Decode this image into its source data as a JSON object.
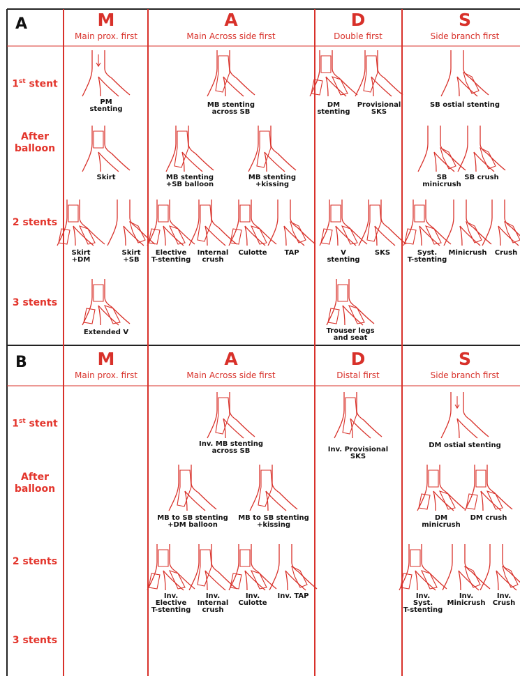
{
  "panels": [
    {
      "label": "A",
      "headers": [
        {
          "letter": "M",
          "title": "Main prox. first"
        },
        {
          "letter": "A",
          "title": "Main Across side first"
        },
        {
          "letter": "D",
          "title": "Double first"
        },
        {
          "letter": "S",
          "title": "Side branch first"
        }
      ],
      "rows": [
        "1st stent",
        "After\nballoon",
        "2 stents",
        "3 stents"
      ],
      "captions": [
        "PM\nstenting",
        "Skirt",
        "Skirt\n+DM",
        "Skirt\n+SB",
        "Extended V",
        "MB stenting\nacross SB",
        "MB stenting\n+SB balloon",
        "MB stenting\n+kissing",
        "Elective\nT-stenting",
        "Internal\ncrush",
        "Culotte",
        "TAP",
        "DM\nstenting",
        "Provisional\nSKS",
        "V\nstenting",
        "SKS",
        "Trouser legs\nand seat",
        "SB ostial stenting",
        "SB\nminicrush",
        "SB crush",
        "Syst.\nT-stenting",
        "Minicrush",
        "Crush"
      ]
    },
    {
      "label": "B",
      "headers": [
        {
          "letter": "M",
          "title": "Main prox. first"
        },
        {
          "letter": "A",
          "title": "Main Across side first"
        },
        {
          "letter": "D",
          "title": "Distal first"
        },
        {
          "letter": "S",
          "title": "Side branch first"
        }
      ],
      "rows": [
        "1st stent",
        "After\nballoon",
        "2 stents",
        "3 stents"
      ],
      "captions": [
        "Inv. MB stenting\nacross SB",
        "MB to SB stenting\n+DM balloon",
        "MB to SB stenting\n+kissing",
        "Inv.\nElective\nT-stenting",
        "Inv.\nInternal\ncrush",
        "Inv.\nCulotte",
        "Inv. TAP",
        "Inv. Provisional\nSKS",
        "DM ostial stenting",
        "DM\nminicrush",
        "DM crush",
        "Inv.\nSyst.\nT-stenting",
        "Inv.\nMinicrush",
        "Inv.\nCrush"
      ]
    }
  ],
  "colors": {
    "accent": "#e3342b",
    "line": "#d8312a",
    "text": "#111111"
  }
}
